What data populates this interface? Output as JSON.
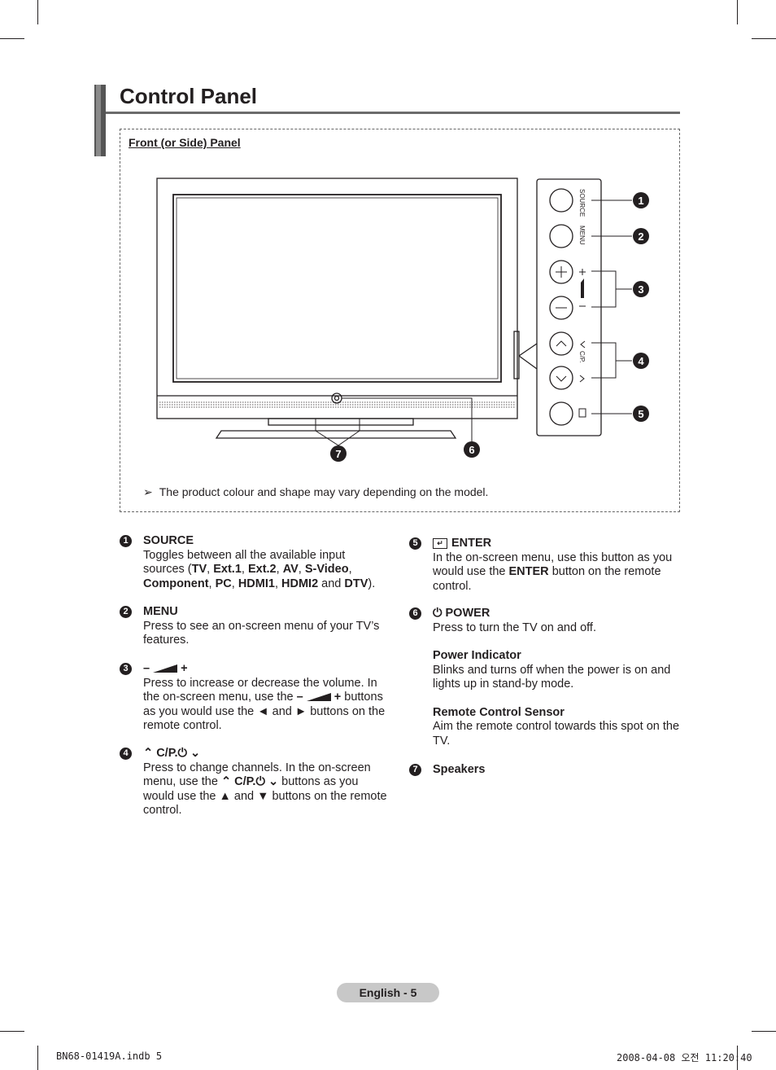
{
  "page": {
    "title": "Control Panel",
    "panel_label": "Front (or Side) Panel",
    "note": "The product colour and shape may vary depending on the model."
  },
  "panel_buttons": {
    "source": "SOURCE",
    "menu": "MENU",
    "cp": "C/P."
  },
  "callouts": [
    "1",
    "2",
    "3",
    "4",
    "5",
    "6",
    "7"
  ],
  "items": {
    "source": {
      "num": "1",
      "head": "SOURCE",
      "desc_start": "Toggles between all the available input sources (",
      "sources": [
        "TV",
        "Ext.1",
        "Ext.2",
        "AV",
        "S-Video",
        "Component",
        "PC",
        "HDMI1",
        "HDMI2",
        "DTV"
      ],
      "and": "and",
      "desc_end": ")."
    },
    "menu": {
      "num": "2",
      "head": "MENU",
      "desc": "Press to see an on-screen menu of your TV’s features."
    },
    "volume": {
      "num": "3",
      "head_minus": "–",
      "head_plus": "+",
      "desc_a": "Press to increase or decrease the volume. In the on-screen menu, use the",
      "desc_b": "buttons as you would use the ◄ and ► buttons on the remote control."
    },
    "channel": {
      "num": "4",
      "head": "C/P.",
      "desc_a": "Press to change channels. In the on-screen menu, use the",
      "desc_b": "buttons as you would use the ▲ and ▼ buttons on the remote control."
    },
    "enter": {
      "num": "5",
      "head": "ENTER",
      "desc_a": "In the on-screen menu, use this button as you would use the",
      "desc_bold": "ENTER",
      "desc_b": "button on the remote control."
    },
    "power": {
      "num": "6",
      "head": "POWER",
      "desc": "Press to turn the TV on and off.",
      "indicator_head": "Power Indicator",
      "indicator_desc": "Blinks and turns off when the power is on and lights up in stand-by mode.",
      "sensor_head": "Remote Control Sensor",
      "sensor_desc": "Aim the remote control towards this spot on the TV."
    },
    "speakers": {
      "num": "7",
      "head": "Speakers"
    }
  },
  "footer": {
    "page_label": "English - 5",
    "file": "BN68-01419A.indb   5",
    "timestamp": "2008-04-08   오전 11:20:40"
  }
}
